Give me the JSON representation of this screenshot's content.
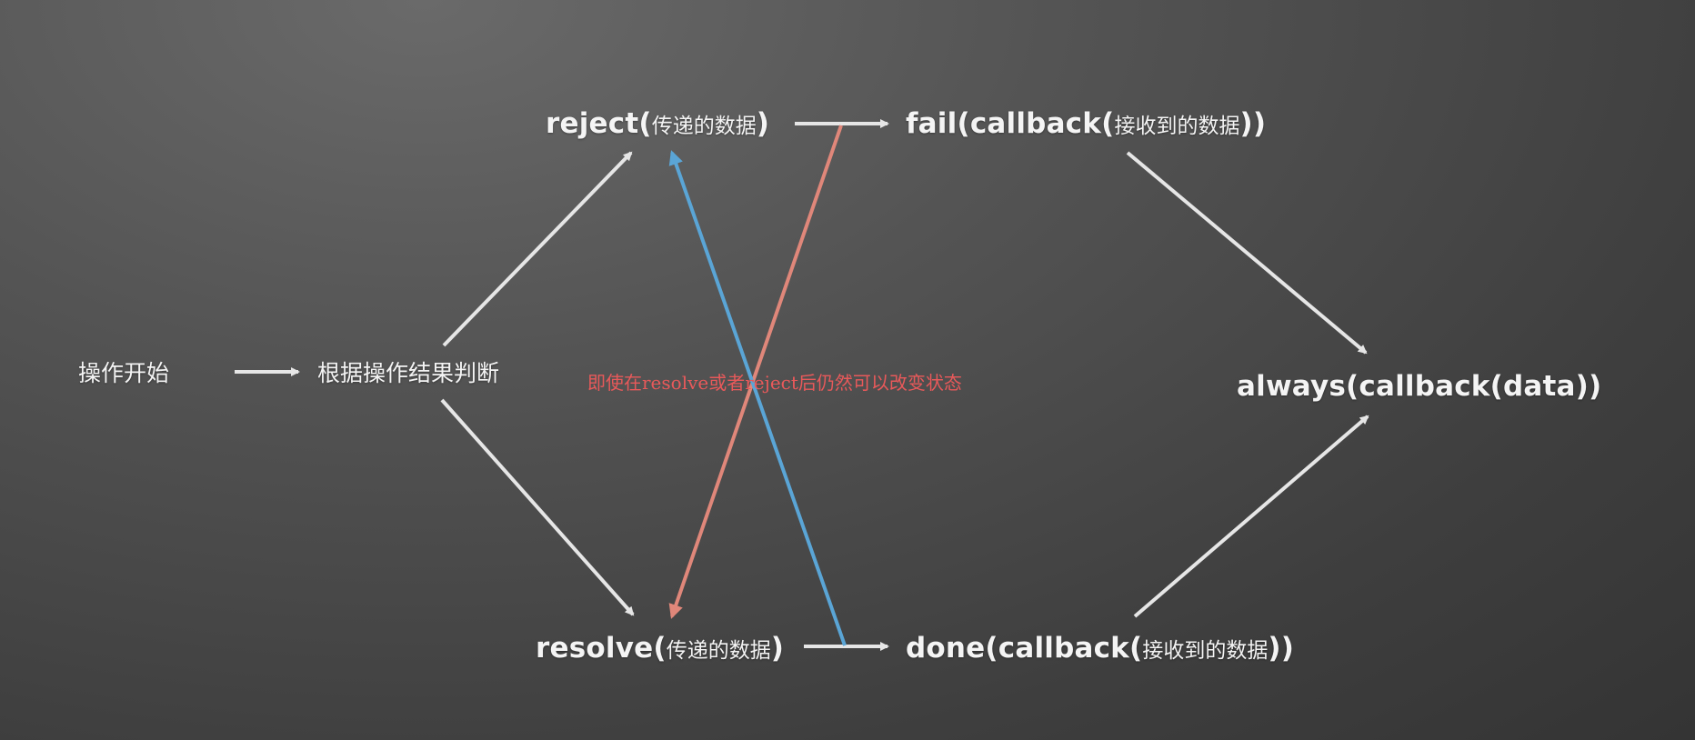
{
  "colors": {
    "arrow": "#e6e6e6",
    "blue_arrow": "#5aa5d6",
    "red_arrow": "#e0877a",
    "note": "#e8595a",
    "text": "#f4f4f4"
  },
  "nodes": {
    "start": {
      "label": "操作开始"
    },
    "judge": {
      "label": "根据操作结果判断"
    },
    "reject": {
      "fn": "reject(",
      "arg": "传递的数据",
      "close": ")"
    },
    "resolve": {
      "fn": "resolve(",
      "arg": "传递的数据",
      "close": ")"
    },
    "fail": {
      "fn": "fail(callback(",
      "arg": "接收到的数据",
      "close": "))"
    },
    "done": {
      "fn": "done(callback(",
      "arg": "接收到的数据",
      "close": "))"
    },
    "always": {
      "label": "always(callback(data))"
    }
  },
  "annotation": {
    "text": "即使在resolve或者reject后仍然可以改变状态"
  },
  "edges": [
    {
      "from": "start",
      "to": "judge",
      "style": "white"
    },
    {
      "from": "judge",
      "to": "reject",
      "style": "white"
    },
    {
      "from": "judge",
      "to": "resolve",
      "style": "white"
    },
    {
      "from": "reject",
      "to": "fail",
      "style": "white"
    },
    {
      "from": "resolve",
      "to": "done",
      "style": "white"
    },
    {
      "from": "fail",
      "to": "always",
      "style": "white"
    },
    {
      "from": "done",
      "to": "always",
      "style": "white"
    },
    {
      "from": "done",
      "to": "reject",
      "style": "blue"
    },
    {
      "from": "fail",
      "to": "resolve",
      "style": "red"
    }
  ]
}
